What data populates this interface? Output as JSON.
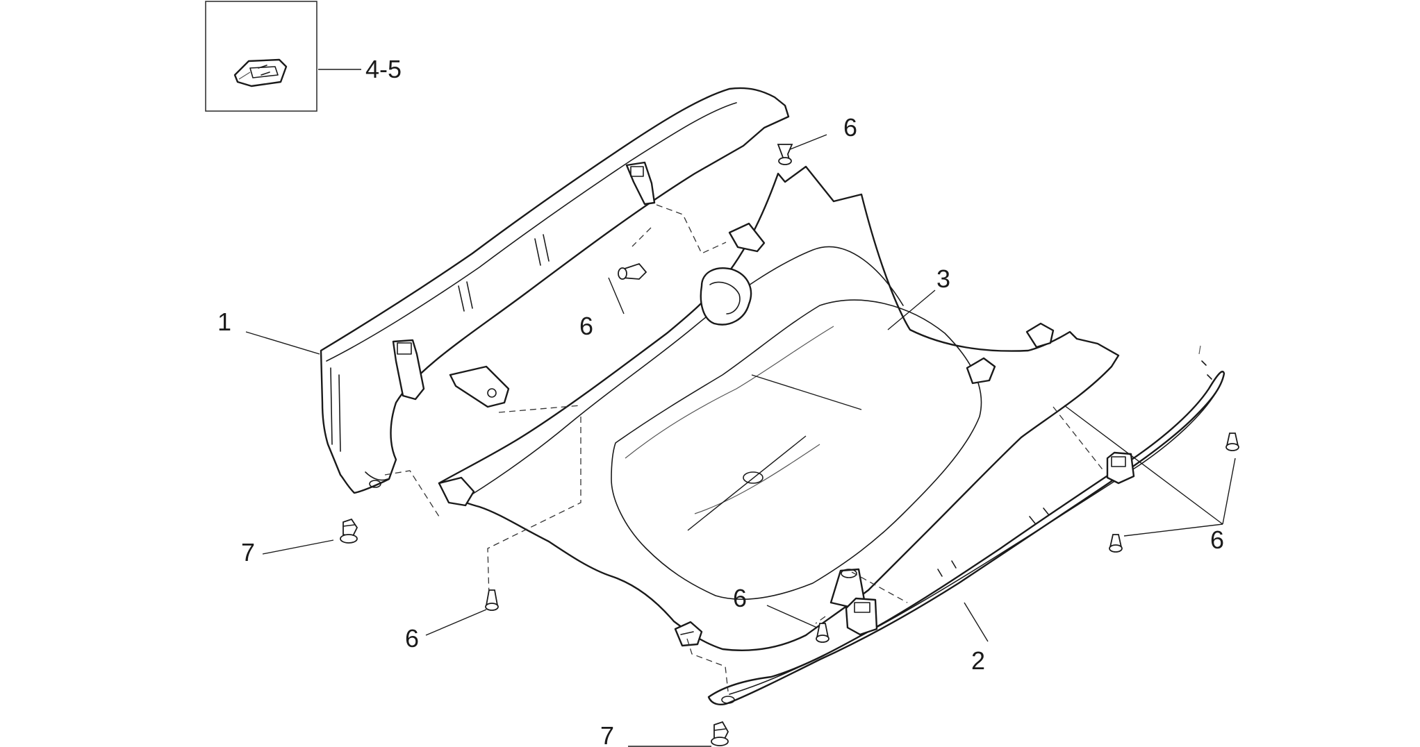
{
  "callouts": {
    "c45": "4-5",
    "c6a": "6",
    "c3": "3",
    "c1": "1",
    "c6b": "6",
    "c6c": "6",
    "c7a": "7",
    "c6d": "6",
    "c6e": "6",
    "c2": "2",
    "c7b": "7"
  }
}
